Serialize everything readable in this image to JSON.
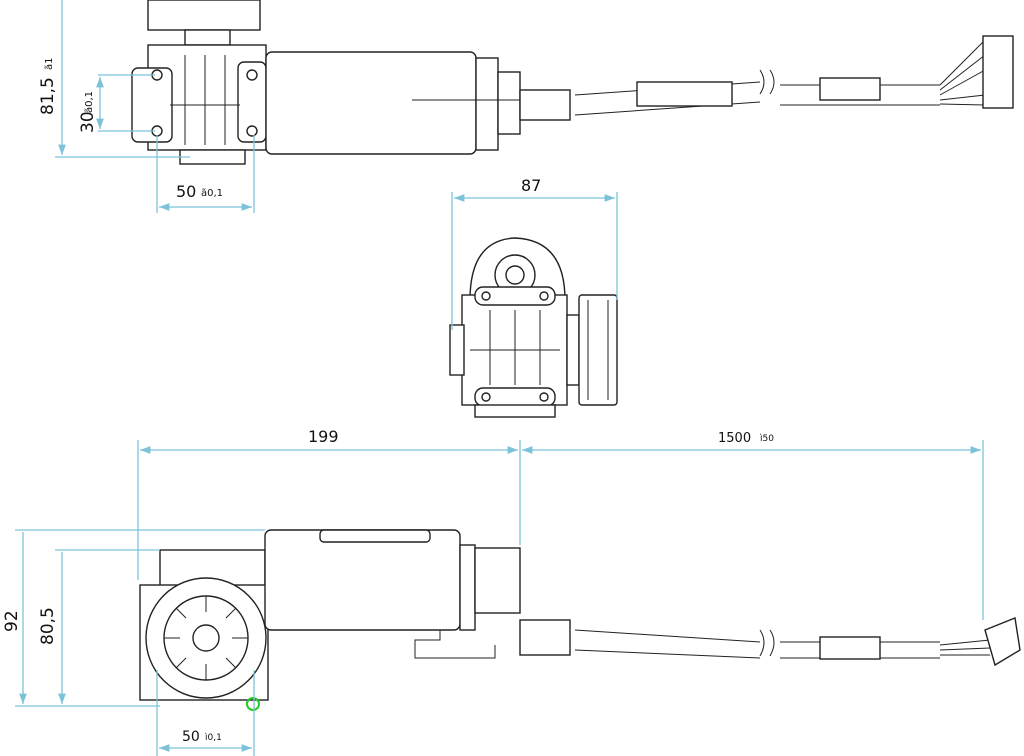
{
  "title": "Gear motor dimensional drawing",
  "top_view": {
    "height_dim": "81,5",
    "height_tol": "ã1",
    "hole_spacing_dim": "30",
    "hole_spacing_tol": "ã0,1",
    "width_dim": "50",
    "width_tol": "ã0,1"
  },
  "end_view": {
    "width_dim": "87"
  },
  "side_view": {
    "length_dim": "199",
    "cable_length_dim": "1500",
    "cable_length_tol": "ì50",
    "total_height_dim": "92",
    "axis_height_dim": "80,5",
    "mount_spacing_dim": "50",
    "mount_spacing_tol": "ì0,1"
  },
  "colors": {
    "dimension": "#7cc3d9",
    "outline": "#222222",
    "highlight": "#22cc22"
  }
}
